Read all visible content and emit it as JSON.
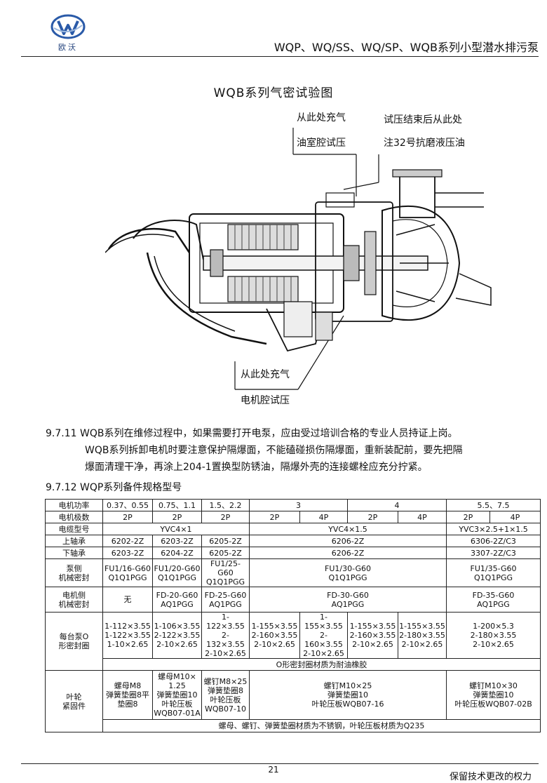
{
  "header": {
    "logo_text": "欧沃",
    "title": "WQP、WQ/SS、WQ/SP、WQB系列小型潜水排污泵"
  },
  "figure": {
    "title": "WQB系列气密试验图",
    "label_air_top": "从此处充气",
    "label_oil_chamber": "油室腔试压",
    "label_after_test": "试压结束后从此处",
    "label_fill_oil": "注32号抗磨液压油",
    "label_air_bottom": "从此处充气",
    "label_motor_chamber": "电机腔试压"
  },
  "section_9711": {
    "line1": "9.7.11  WQB系列在维修过程中，如果需要打开电泵，应由受过培训合格的专业人员持证上岗。",
    "line2": "WQB系列拆卸电机时要注意保护隔爆面，不能磕碰损伤隔爆面，重新装配前，要先把隔",
    "line3": "爆面清理干净，再涂上204-1置换型防锈油，隔爆外壳的连接螺栓应充分拧紧。"
  },
  "section_9712": {
    "title": "9.7.12  WQP系列备件规格型号"
  },
  "table": {
    "r_power": [
      "电机功率",
      "0.37、0.55",
      "0.75、1.1",
      "1.5、2.2",
      "3",
      "4",
      "5.5、7.5"
    ],
    "r_poles": [
      "电机极数",
      "2P",
      "2P",
      "2P",
      "2P",
      "4P",
      "2P",
      "4P",
      "2P",
      "4P"
    ],
    "r_cable": [
      "电缆型号",
      "YVC4×1",
      "YVC4×1.5",
      "YVC3×2.5+1×1.5"
    ],
    "r_upper": [
      "上轴承",
      "6202-2Z",
      "6203-2Z",
      "6205-2Z",
      "6206-2Z",
      "6306-2Z/C3"
    ],
    "r_lower": [
      "下轴承",
      "6203-2Z",
      "6204-2Z",
      "6205-2Z",
      "6206-2Z",
      "3307-2Z/C3"
    ],
    "r_pump_seal": [
      "泵侧\n机械密封",
      "FU1/16-G60\nQ1Q1PGG",
      "FU1/20-G60\nQ1Q1PGG",
      "FU1/25-G60\nQ1Q1PGG",
      "FU1/30-G60\nQ1Q1PGG",
      "FU1/35-G60\nQ1Q1PGG"
    ],
    "r_motor_seal": [
      "电机侧\n机械密封",
      "无",
      "FD-20-G60\nAQ1PGG",
      "FD-25-G60\nAQ1PGG",
      "FD-30-G60\nAQ1PGG",
      "FD-35-G60\nAQ1PGG"
    ],
    "r_oring": [
      "每台泵O\n形密封圈",
      "1-112×3.55\n1-122×3.55\n1-10×2.65",
      "1-106×3.55\n2-122×3.55\n2-10×2.65",
      "1-122×3.55\n2-132×3.55\n2-10×2.65",
      "1-155×3.55\n2-160×3.55\n2-10×2.65",
      "1-155×3.55\n2-160×3.55\n2-10×2.65",
      "1-155×3.55\n2-160×3.55\n2-10×2.65",
      "1-155×3.55\n2-180×3.55\n2-10×2.65",
      "1-200×5.3\n2-180×3.55\n2-10×2.65"
    ],
    "r_oring_note": "O形密封圈材质为耐油橡胶",
    "r_fastener": [
      "叶轮\n紧固件",
      "螺母M8\n弹簧垫圈8平\n垫圈8",
      "螺母M10×\n1.25\n弹簧垫圈10\n叶轮压板\nWQB07-01A",
      "螺钉M8×25\n弹簧垫圈8\n叶轮压板\nWQB07-10",
      "螺钉M10×25\n弹簧垫圈10\n叶轮压板WQB07-16",
      "螺钉M10×30\n弹簧垫圈10\n叶轮压板WQB07-02B"
    ],
    "r_fastener_note": "螺母、螺钉、弹簧垫圈材质为不锈钢，叶轮压板材质为Q235"
  },
  "footer": {
    "page_number": "21",
    "note": "保留技术更改的权力"
  }
}
